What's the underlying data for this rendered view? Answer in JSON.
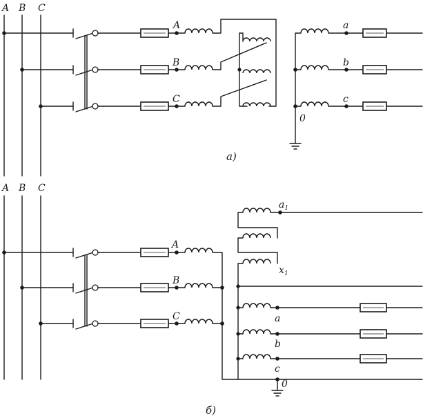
{
  "diagram_a": {
    "buses": [
      "A",
      "B",
      "C"
    ],
    "primary_terminals": [
      "A",
      "B",
      "C"
    ],
    "secondary_terminals": [
      "a",
      "b",
      "c"
    ],
    "neutral": "0",
    "caption": "а)"
  },
  "diagram_b": {
    "buses": [
      "A",
      "B",
      "C"
    ],
    "primary_terminals": [
      "A",
      "B",
      "C"
    ],
    "aux_terminal_top": "a",
    "aux_terminal_top_sub": "1",
    "aux_terminal_bottom": "x",
    "aux_terminal_bottom_sub": "1",
    "secondary_terminals": [
      "a",
      "b",
      "c"
    ],
    "neutral": "0",
    "caption": "б)"
  }
}
